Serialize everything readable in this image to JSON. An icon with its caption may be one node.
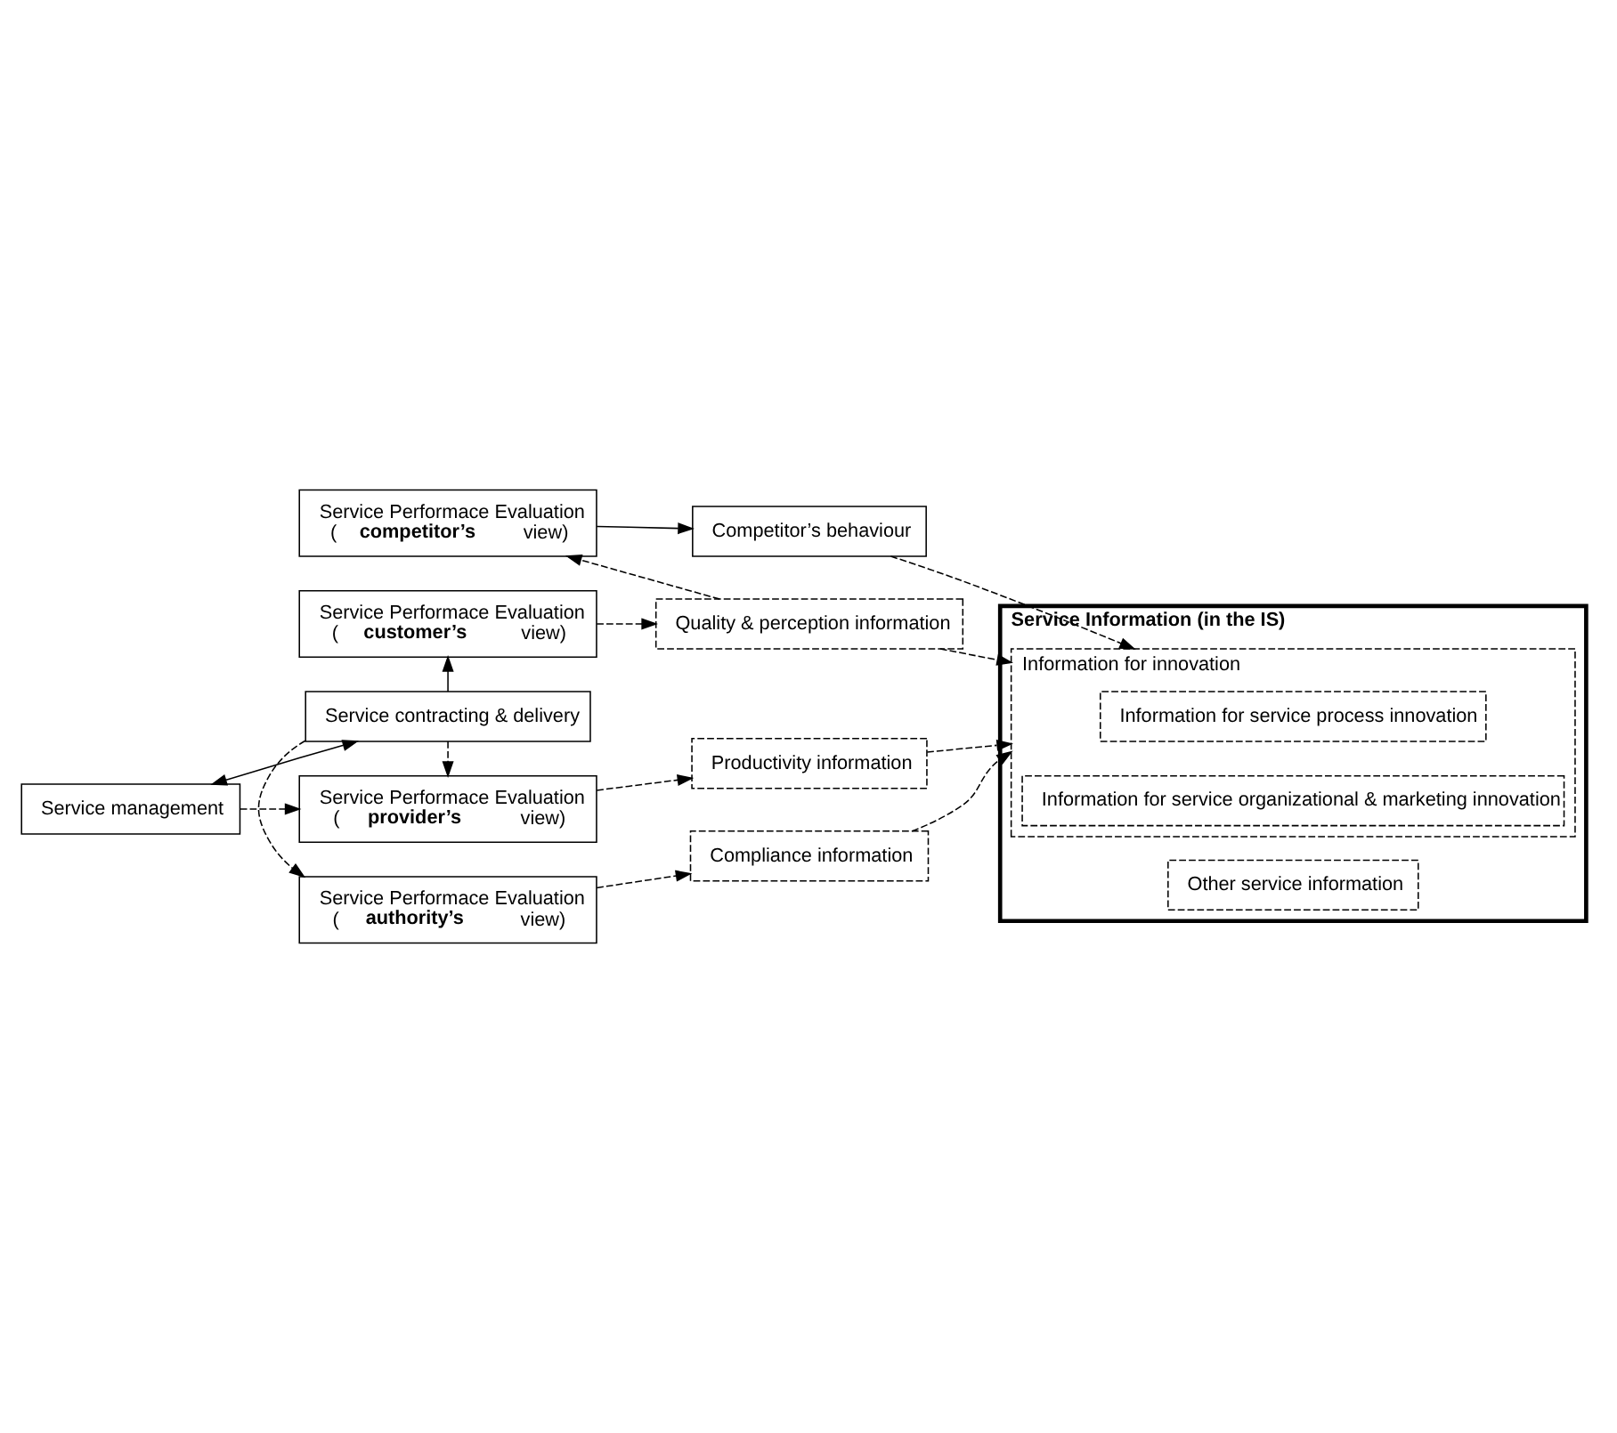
{
  "diagram": {
    "nodes": [
      {
        "text": [
          "Service Performace Evaluation (**competitor’s** view)"
        ]
      },
      {
        "text": [
          "Competitor’s behaviour"
        ]
      },
      {
        "text": [
          "Service Information (in the IS)"
        ]
      },
      {
        "text": [
          "Information for innovation"
        ],
        "in": 2
      },
      {
        "text": [
          "Information for service process innovation"
        ],
        "in": 3
      },
      {
        "text": [
          "Information for service organizational & marketing innovation"
        ],
        "in": 3
      },
      {
        "text": [
          "Other service information"
        ],
        "in": 2
      },
      {
        "text": [
          "Service Performace Evaluation (**customer’s** view)"
        ]
      },
      {
        "text": [
          "Quality & perception information"
        ]
      },
      {
        "text": [
          "Service contracting & delivery"
        ]
      },
      {
        "text": [
          "Service management"
        ]
      },
      {
        "text": [
          "Service Performace Evaluation (**provider’s** view)"
        ]
      },
      {
        "text": [
          "Productivity information"
        ]
      },
      {
        "text": [
          "Service Performace Evaluation (**authority’s** view)"
        ]
      },
      {
        "text": [
          "Compliance information"
        ]
      }
    ],
    "edges": [
      {
        "from": 0,
        "to": 1,
        "arrow": "to"
      },
      {
        "from": 1,
        "to": 3,
        "arrow": "to",
        "style": "dashed"
      },
      {
        "from": 8,
        "to": 0,
        "arrow": "to",
        "style": "dashed"
      },
      {
        "from": 7,
        "to": 8,
        "arrow": "to",
        "style": "dashed"
      },
      {
        "from": 9,
        "to": 7,
        "arrow": "to"
      },
      {
        "from": 9,
        "to": 10,
        "arrow": "both"
      },
      {
        "from": 9,
        "to": 11,
        "arrow": "to",
        "style": "dashed"
      },
      {
        "from": 9,
        "to": 13,
        "arrow": "to",
        "style": "dashed"
      },
      {
        "from": 10,
        "to": 11,
        "arrow": "to",
        "style": "dashed"
      },
      {
        "from": 11,
        "to": 12,
        "arrow": "to",
        "style": "dashed"
      },
      {
        "from": 13,
        "to": 14,
        "arrow": "to",
        "style": "dashed"
      },
      {
        "from": 8,
        "to": 3,
        "arrow": "to",
        "style": "dashed"
      },
      {
        "from": 12,
        "to": 3,
        "arrow": "to",
        "style": "dashed"
      },
      {
        "from": 14,
        "to": 3,
        "arrow": "to",
        "style": "dashed"
      }
    ]
  }
}
